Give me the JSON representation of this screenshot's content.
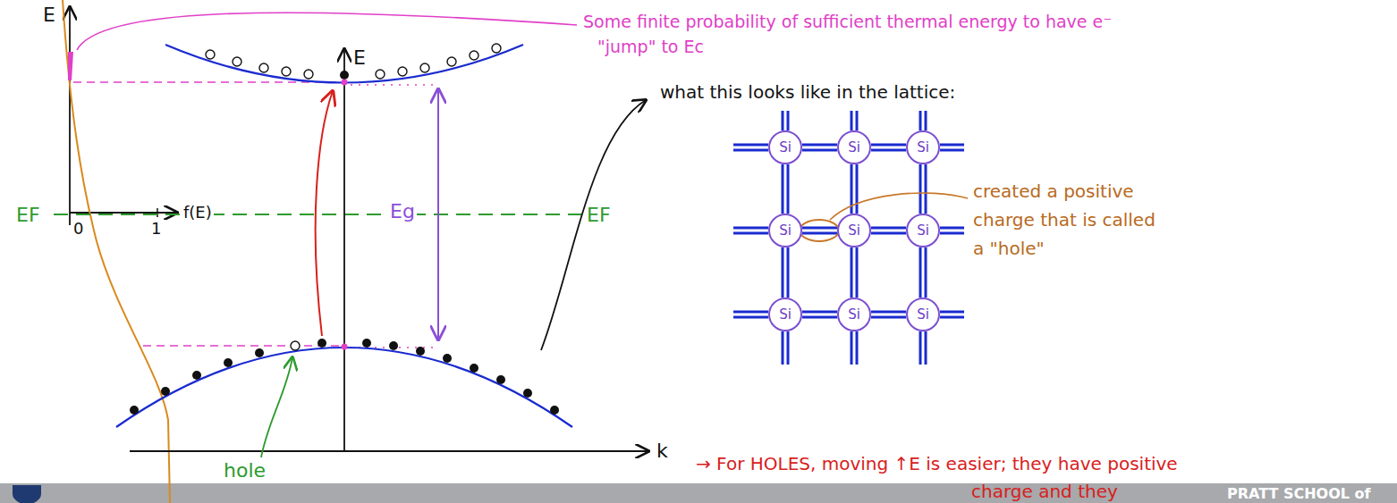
{
  "diagram": {
    "nodes": [
      {
        "text": [
          "Si"
        ]
      },
      {
        "text": [
          "Si"
        ]
      },
      {
        "text": [
          "Si"
        ]
      },
      {
        "text": [
          "Si"
        ]
      },
      {
        "text": [
          "Si"
        ]
      },
      {
        "text": [
          "Si"
        ]
      },
      {
        "text": [
          "Si"
        ]
      },
      {
        "text": [
          "Si"
        ]
      },
      {
        "text": [
          "Si"
        ]
      }
    ],
    "edges": [
      {
        "from": 0,
        "to": 1,
        "arrow": "none"
      },
      {
        "from": 1,
        "to": 2,
        "arrow": "none"
      },
      {
        "from": 3,
        "to": 4,
        "arrow": "none"
      },
      {
        "from": 4,
        "to": 5,
        "arrow": "none"
      },
      {
        "from": 6,
        "to": 7,
        "arrow": "none"
      },
      {
        "from": 7,
        "to": 8,
        "arrow": "none"
      },
      {
        "from": 0,
        "to": 3,
        "arrow": "none"
      },
      {
        "from": 3,
        "to": 6,
        "arrow": "none"
      },
      {
        "from": 1,
        "to": 4,
        "arrow": "none"
      },
      {
        "from": 4,
        "to": 7,
        "arrow": "none"
      },
      {
        "from": 2,
        "to": 5,
        "arrow": "none"
      },
      {
        "from": 5,
        "to": 8,
        "arrow": "none"
      }
    ],
    "labels": [
      "E",
      "E",
      "Some finite probability of sufficient thermal energy to have e⁻",
      "\"jump\" to Ec",
      "what this looks like in the lattice:",
      "EF",
      "EF",
      "0",
      "1",
      "f(E)",
      "Eg",
      "k",
      "hole",
      "created a positive charge that is called a \"hole\"",
      "→ For HOLES, moving ↑E is easier; they have positive",
      "charge and they",
      "PRATT SCHOOL of"
    ]
  }
}
